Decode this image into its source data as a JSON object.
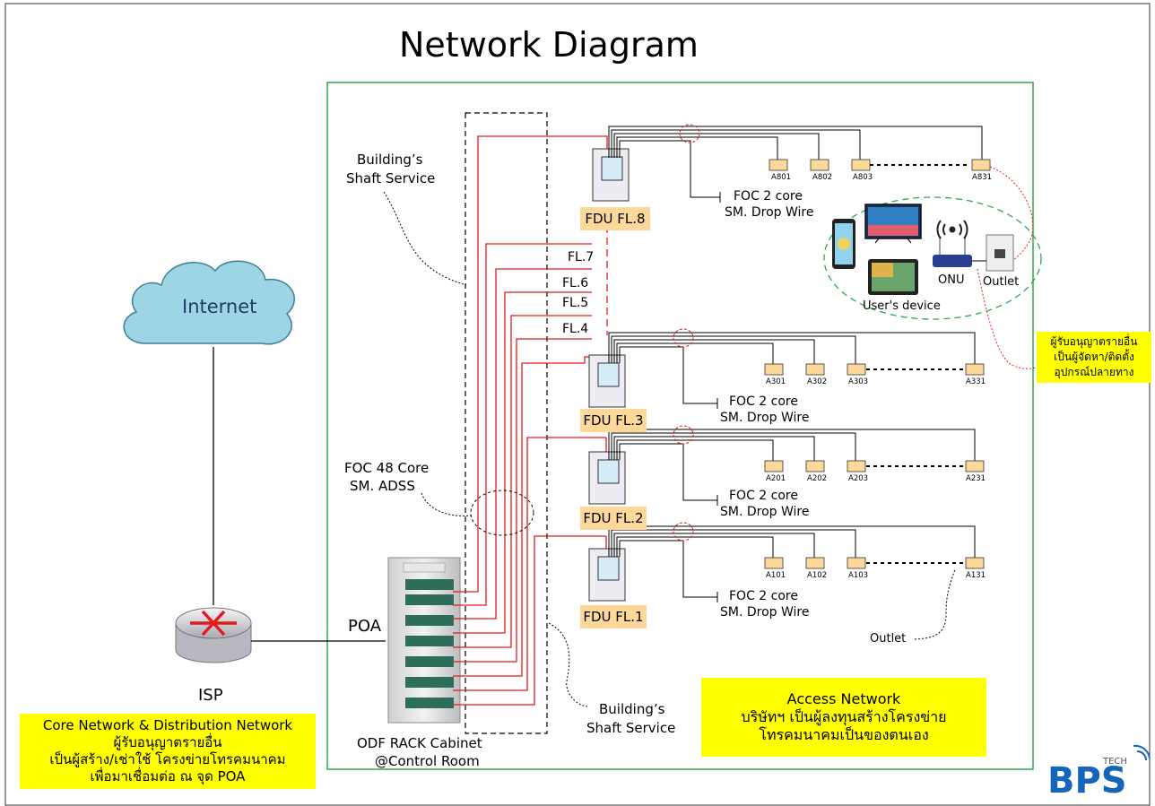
{
  "title": "Network Diagram",
  "internet_label": "Internet",
  "isp_label": "ISP",
  "poa_label": "POA",
  "odf_rack": [
    "ODF RACK Cabinet",
    "@Control Room"
  ],
  "shaft_top": [
    "Building’s",
    "Shaft Service"
  ],
  "shaft_bottom": [
    "Building’s",
    "Shaft Service"
  ],
  "foc48": [
    "FOC 48 Core",
    "SM. ADSS"
  ],
  "drop_wire": [
    "FOC 2 core",
    "SM. Drop Wire"
  ],
  "floors_passing": [
    "FL.7",
    "FL.6",
    "FL.5",
    "FL.4"
  ],
  "fdu_labels": [
    "FDU FL.8",
    "FDU FL.3",
    "FDU FL.2",
    "FDU FL.1"
  ],
  "units": {
    "fl8": [
      "A801",
      "A802",
      "A803",
      "A831"
    ],
    "fl3": [
      "A301",
      "A302",
      "A303",
      "A331"
    ],
    "fl2": [
      "A201",
      "A202",
      "A203",
      "A231"
    ],
    "fl1": [
      "A101",
      "A102",
      "A103",
      "A131"
    ]
  },
  "onu_label": "ONU",
  "outlet_label": "Outlet",
  "users_device_label": "User's device",
  "outlet_callout": "Outlet",
  "core_note": [
    "Core Network & Distribution Network",
    "ผู้รับอนุญาตรายอื่น",
    "เป็นผู้สร้าง/เช่าใช้ โครงข่ายโทรคมนาคม",
    "เพื่อมาเชื่อมต่อ ณ จุด POA"
  ],
  "access_note": [
    "Access Network",
    "บริษัทฯ เป็นผู้ลงทุนสร้างโครงข่าย",
    "โทรคมนาคมเป็นของตนเอง"
  ],
  "side_note": [
    "ผู้รับอนุญาตรายอื่น",
    "เป็นผู้จัดหา/ติดตั้ง",
    "อุปกรณ์ปลายทาง"
  ],
  "logo_text": "BPS",
  "logo_tag": "TECH",
  "colors": {
    "fiber_red": "#e31b1b",
    "access_border": "#2fa84f",
    "note_yellow": "#ffff00",
    "fdu_tag": "#fcd99a",
    "cloud": "#9dd5e4",
    "logo_blue": "#1565b8"
  }
}
